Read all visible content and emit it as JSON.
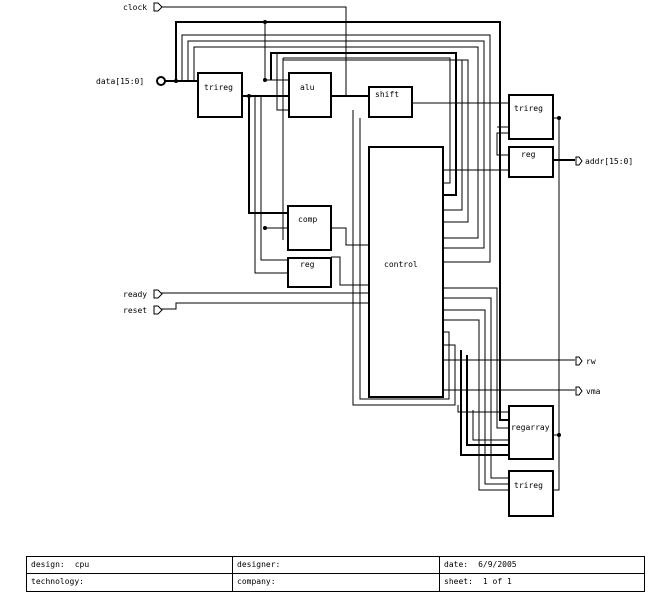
{
  "blocks": {
    "trireg_in": "trireg",
    "alu": "alu",
    "shift": "shift",
    "trireg_addr": "trireg",
    "reg_addr": "reg",
    "comp": "comp",
    "reg_mid": "reg",
    "control": "control",
    "regarray": "regarray",
    "trireg_bottom": "trireg"
  },
  "ports": {
    "clock": "clock",
    "data": "data[15:0]",
    "addr": "addr[15:0]",
    "ready": "ready",
    "reset": "reset",
    "rw": "rw",
    "vma": "vma"
  },
  "title_block": {
    "design_label": "design:",
    "design_value": "cpu",
    "designer_label": "designer:",
    "designer_value": "",
    "date_label": "date:",
    "date_value": "6/9/2005",
    "technology_label": "technology:",
    "technology_value": "",
    "company_label": "company:",
    "company_value": "",
    "sheet_label": "sheet:",
    "sheet_value": "1 of 1"
  }
}
